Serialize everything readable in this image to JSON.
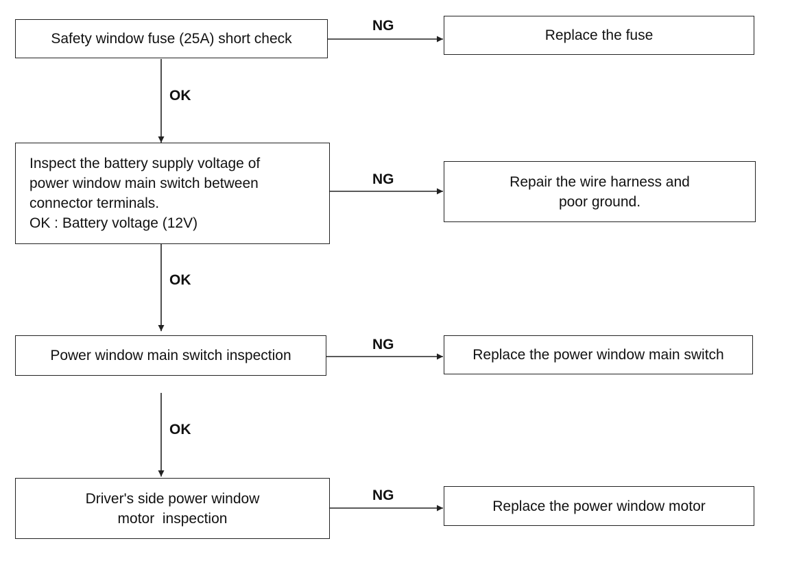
{
  "steps": [
    {
      "check": [
        "Safety window fuse (25A) short check"
      ],
      "ng_label": "NG",
      "fix": [
        "Replace the fuse"
      ],
      "ok_label": "OK"
    },
    {
      "check": [
        "Inspect the battery supply voltage of",
        "power window main switch between",
        "connector terminals.",
        "OK : Battery voltage (12V)"
      ],
      "ng_label": "NG",
      "fix": [
        "Repair the wire harness and",
        "poor ground."
      ],
      "ok_label": "OK"
    },
    {
      "check": [
        "Power window main switch inspection"
      ],
      "ng_label": "NG",
      "fix": [
        "Replace the power window main switch"
      ],
      "ok_label": "OK"
    },
    {
      "check": [
        "Driver's side power window",
        "motor  inspection"
      ],
      "ng_label": "NG",
      "fix": [
        "Replace the power window motor"
      ]
    }
  ]
}
